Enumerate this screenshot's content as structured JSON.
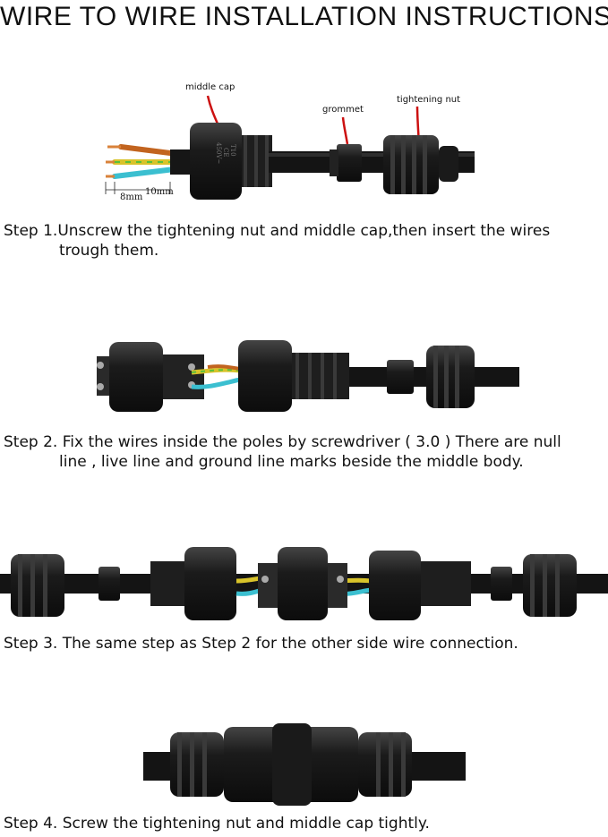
{
  "title": "WIRE TO WIRE INSTALLATION INSTRUCTIONS",
  "figure1": {
    "labels": {
      "middle_cap": "middle cap",
      "grommet": "grommet",
      "tightening_nut": "tightening nut"
    },
    "dims": {
      "strip": "8mm",
      "sheath": "10mm"
    },
    "marks": [
      "T10",
      "CE",
      "450V~"
    ]
  },
  "steps": [
    {
      "line1": "Step 1.Unscrew the tightening nut and middle cap,then insert the wires",
      "line2": "trough them."
    },
    {
      "line1": "Step 2. Fix the wires inside the poles by screwdriver ( 3.0 ) There are null",
      "line2": "line , live line and ground line marks beside the middle body."
    },
    {
      "line1": "Step 3. The same step as Step 2 for the other side wire connection."
    },
    {
      "line1": "Step 4. Screw the tightening nut and middle cap tightly."
    }
  ],
  "colors": {
    "body": "#1a1a1a",
    "highlight": "#3a3a3a",
    "arrow": "#cc1111",
    "wire_brown": "#c2641f",
    "wire_yellow": "#d8c32a",
    "wire_blue": "#3bbfd0",
    "copper": "#d9823a"
  }
}
